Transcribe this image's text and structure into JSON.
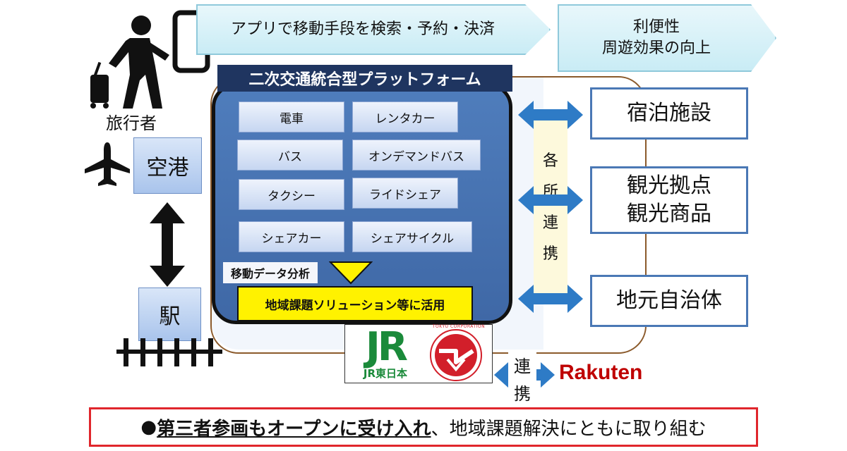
{
  "traveler_label": "旅行者",
  "airport_label": "空港",
  "station_label": "駅",
  "app_arrow": "アプリで移動手段を検索・予約・決済",
  "benefit_arrow": {
    "line1": "利便性",
    "line2": "周遊効果の向上"
  },
  "platform_title": "二次交通統合型プラットフォーム",
  "services": [
    {
      "label": "電車"
    },
    {
      "label": "レンタカー"
    },
    {
      "label": "バス"
    },
    {
      "label": "オンデマンドバス"
    },
    {
      "label": "タクシー"
    },
    {
      "label": "ライドシェア"
    },
    {
      "label": "シェアカー"
    },
    {
      "label": "シェアサイクル"
    }
  ],
  "data_analysis_label": "移動データ分析",
  "solution_label": "地域課題ソリューション等に活用",
  "link_vertical_chars": [
    "各",
    "所",
    "連",
    "携"
  ],
  "partners": [
    {
      "line1": "宿泊施設",
      "line2": ""
    },
    {
      "line1": "観光拠点",
      "line2": "観光商品"
    },
    {
      "line1": "地元自治体",
      "line2": ""
    }
  ],
  "logos": {
    "jr_mark": "JR",
    "jr_name": "JR東日本",
    "tokyu_text": "TOKYU CORPORATION",
    "rakuten": "Rakuten"
  },
  "bottom_link_chars": [
    "連",
    "携"
  ],
  "bottom_banner": {
    "bullet": "●",
    "emphasis": "第三者参画もオープンに受け入れ",
    "rest": "、地域課題解決にともに取り組む"
  },
  "colors": {
    "platform_bg": "#4b78b6",
    "title_bar": "#1f3560",
    "solution_bg": "#fff200",
    "banner_border": "#e0262c"
  }
}
